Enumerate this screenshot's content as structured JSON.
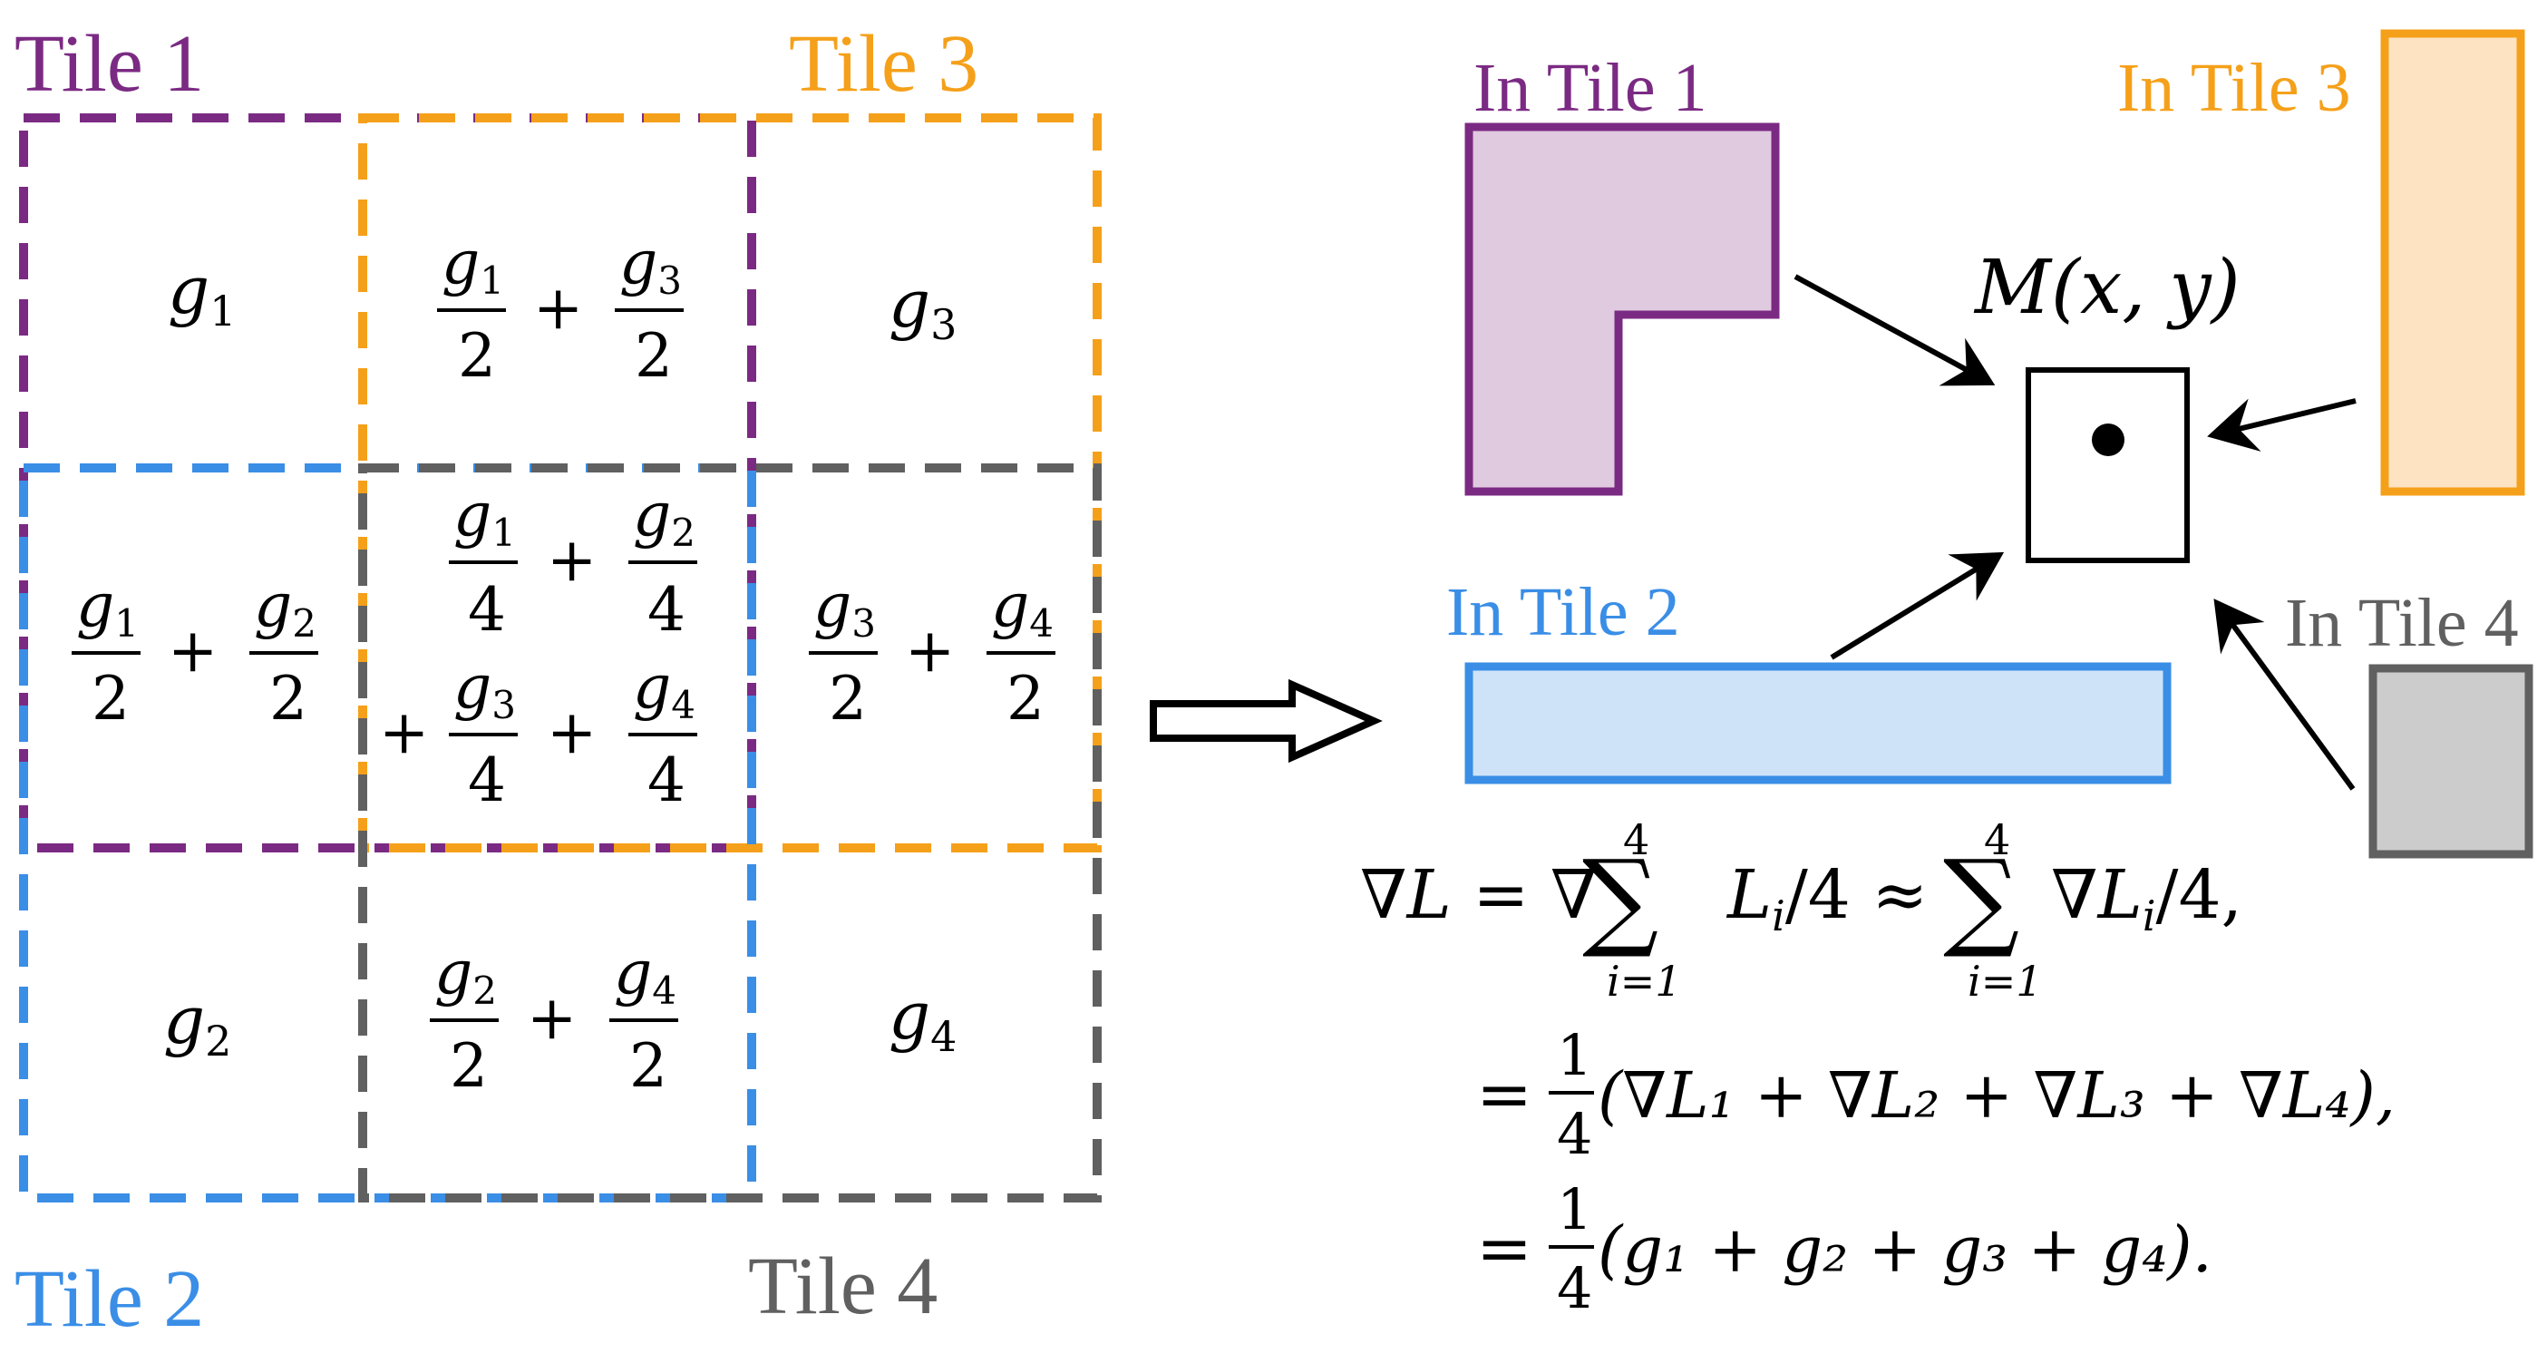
{
  "colors": {
    "tile1": "#7b2a83",
    "tile2": "#3a8ee6",
    "tile3": "#f5a01a",
    "tile4": "#606060",
    "tile1_fill": "#e0cadf",
    "tile2_fill": "#cfe3f8",
    "tile3_fill": "#fde3c2",
    "tile4_fill": "#cccccc",
    "ink": "#000000"
  },
  "grid": {
    "tile_labels": {
      "tile1": "Tile 1",
      "tile2": "Tile 2",
      "tile3": "Tile 3",
      "tile4": "Tile 4"
    },
    "cells": {
      "g1": "g",
      "g1_sub": "1",
      "g3": "g",
      "g3_sub": "3",
      "g2": "g",
      "g2_sub": "2",
      "g4": "g",
      "g4_sub": "4",
      "half": "2",
      "quarter": "4",
      "plus": "+"
    }
  },
  "right_panel": {
    "in_tile1": "In Tile 1",
    "in_tile2": "In Tile 2",
    "in_tile3": "In Tile 3",
    "in_tile4": "In Tile 4",
    "m_label": "M(x, y)"
  },
  "equations": {
    "line1_lhs": "∇L = ∇",
    "line1_sum1_top": "4",
    "line1_sum1_bottom": "i=1",
    "line1_mid": "L",
    "line1_mid_sub": "i",
    "line1_mid_rest": "/4 ≈",
    "line1_sum2_top": "4",
    "line1_sum2_bottom": "i=1",
    "line1_end": "∇L",
    "line1_end_sub": "i",
    "line1_end_rest": "/4,",
    "line2": "(∇L₁ + ∇L₂ + ∇L₃ + ∇L₄),",
    "line3": "(g₁ + g₂ + g₃ + g₄).",
    "eq": "=",
    "frac_num": "1",
    "frac_den": "4",
    "sigma": "∑"
  }
}
